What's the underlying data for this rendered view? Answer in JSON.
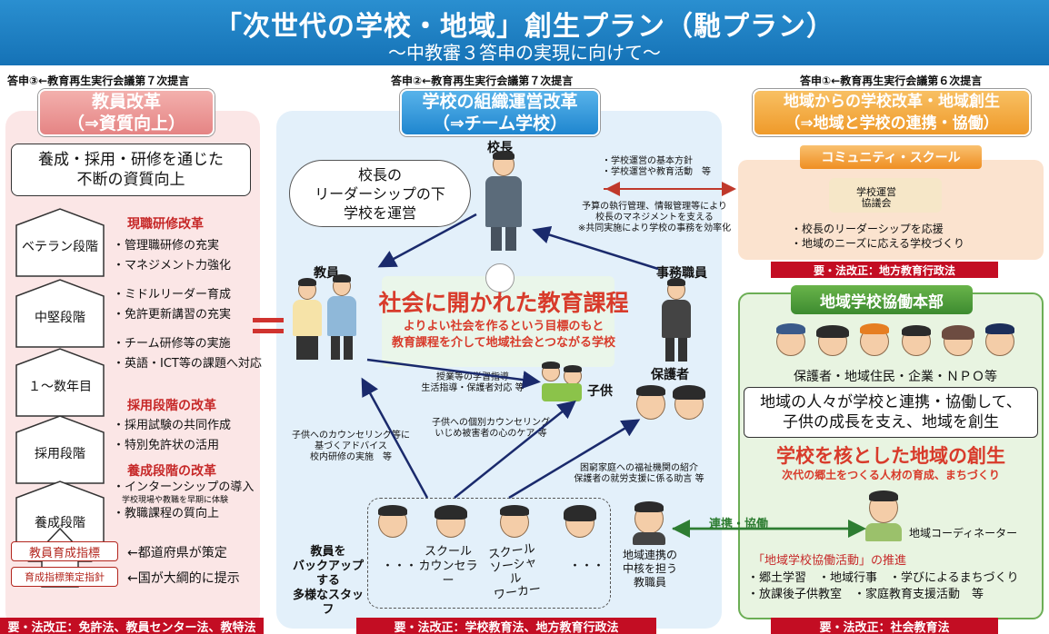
{
  "title": {
    "main": "「次世代の学校・地域」創生プラン（馳プラン）",
    "sub": "〜中教審３答申の実現に向けて〜"
  },
  "colors": {
    "title_bg": "#1f84c6",
    "teacher": "#d65a5a",
    "school": "#2b8fd6",
    "community": "#f2a23a",
    "collab": "#3d9b3d",
    "law_band": "#c30d23"
  },
  "left": {
    "header": "答申③←教育再生実行会議第７次提言",
    "section_title_1": "教員改革",
    "section_title_2": "（⇒資質向上）",
    "box_line1": "養成・採用・研修を通じた",
    "box_line2": "不断の資質向上",
    "stages": [
      "ベテラン段階",
      "中堅段階",
      "１〜数年目",
      "採用段階",
      "養成段階"
    ],
    "reform_1": "現職研修改革",
    "items_1": [
      "・管理職研修の充実",
      "・マネジメント力強化",
      "・ミドルリーダー育成",
      "・免許更新講習の充実",
      "・チーム研修等の実施",
      "・英語・ICT等の課題へ対応"
    ],
    "reform_2": "採用段階の改革",
    "items_2": [
      "・採用試験の共同作成",
      "・特別免許状の活用"
    ],
    "reform_3": "養成段階の改革",
    "item_3a": "・インターンシップの導入",
    "item_3a_note": "学校現場や教職を早期に体験",
    "item_3b": "・教職課程の質向上",
    "label_1": "教員育成指標",
    "label_1_text": "←都道府県が策定",
    "label_2": "育成指標策定指針",
    "label_2_text": "←国が大綱的に提示",
    "law": "要・法改正：免許法、教員センター法、教特法"
  },
  "center": {
    "header": "答申②←教育再生実行会議第７次提言",
    "section_title_1": "学校の組織運営改革",
    "section_title_2": "（⇒チーム学校）",
    "principal": "校長",
    "speech_1": "校長の",
    "speech_2": "リーダーシップの下",
    "speech_3": "学校を運営",
    "note_a1": "・学校運営の基本方針",
    "note_a2": "・学校運営や教育活動　等",
    "note_b1": "予算の執行管理、情報管理等により",
    "note_b2": "校長のマネジメントを支える",
    "note_b3": "※共同実施により学校の事務を効率化",
    "teachers": "教員",
    "clerk": "事務職員",
    "main_1": "社会に開かれた教育課程",
    "main_2": "よりよい社会を作るという目標のもと",
    "main_3": "教育課程を介して地域社会とつながる学校",
    "note_c1": "授業等の学習指導",
    "note_c2": "生活指導・保護者対応 等",
    "children": "子供",
    "guardians": "保護者",
    "note_d1": "子供への個別カウンセリング",
    "note_d2": "いじめ被害者の心のケア 等",
    "note_e1": "子供へのカウンセリング等に",
    "note_e2": "基づくアドバイス",
    "note_e3": "校内研修の実施　等",
    "note_f1": "困窮家庭への福祉機関の紹介",
    "note_f2": "保護者の就労支援に係る助言 等",
    "staff_1": "教員を",
    "staff_2": "バックアップする",
    "staff_3": "多様なスタッフ",
    "dots": "・・・",
    "counselor_1": "スクール",
    "counselor_2": "カウンセラー",
    "social_1": "スクール",
    "social_2": "ソーシャル",
    "social_3": "ワーカー",
    "liaison_1": "地域連携の",
    "liaison_2": "中核を担う",
    "liaison_3": "教職員",
    "law": "要・法改正：学校教育法、地方教育行政法"
  },
  "right": {
    "header": "答申①←教育再生実行会議第６次提言",
    "section_title_1": "地域からの学校改革・地域創生",
    "section_title_2": "（⇒地域と学校の連携・協働）",
    "cs_title": "コミュニティ・スクール",
    "council_1": "学校運営",
    "council_2": "協議会",
    "cs_item_1": "・校長のリーダーシップを応援",
    "cs_item_2": "・地域のニーズに応える学校づくり",
    "cs_law": "要・法改正：地方教育行政法",
    "hq_title": "地域学校協働本部",
    "members": "保護者・地域住民・企業・ＮＰＯ等",
    "collab_1": "地域の人々が学校と連携・協働して、",
    "collab_2": "子供の成長を支え、地域を創生",
    "core": "学校を核とした地域の創生",
    "core_sub": "次代の郷土をつくる人材の育成、まちづくり",
    "link_1": "連携",
    "link_2": "・協働",
    "coordinator": "地域コーディネーター",
    "promo": "「地域学校協働活動」の推進",
    "act_1": "・郷土学習　・地域行事　・学びによるまちづくり",
    "act_2": "・放課後子供教室　・家庭教育支援活動　等",
    "law": "要・法改正：社会教育法"
  }
}
